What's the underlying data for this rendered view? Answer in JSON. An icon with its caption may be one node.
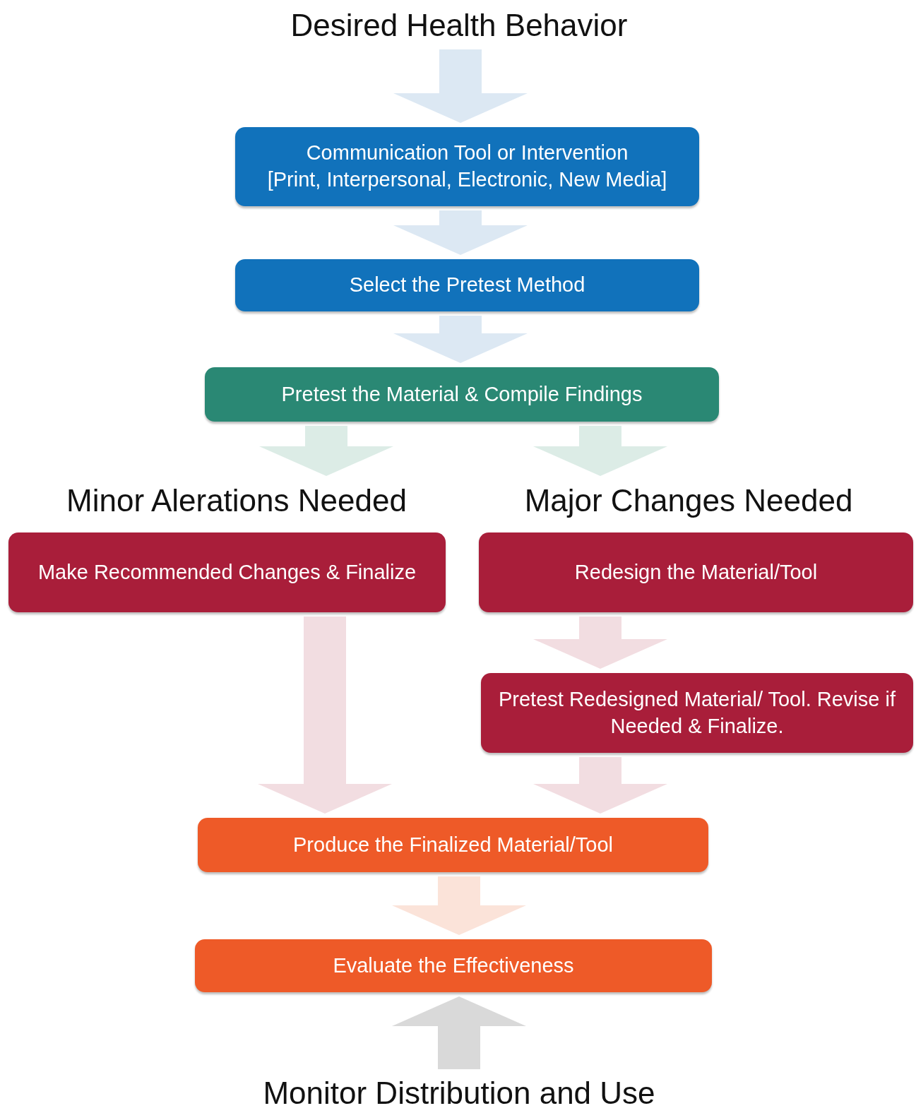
{
  "diagram": {
    "nodes": [
      {
        "text": [
          "Desired Health Behavior"
        ]
      },
      {
        "text": [
          "Communication Tool or Intervention",
          "[Print, Interpersonal, Electronic, New Media]"
        ]
      },
      {
        "text": [
          "Select the Pretest Method"
        ]
      },
      {
        "text": [
          "Pretest the Material & Compile Findings"
        ]
      },
      {
        "text": [
          "Minor Alerations Needed"
        ]
      },
      {
        "text": [
          "Major Changes Needed"
        ]
      },
      {
        "text": [
          "Make Recommended Changes & Finalize"
        ]
      },
      {
        "text": [
          "Redesign the Material/Tool"
        ]
      },
      {
        "text": [
          "Pretest Redesigned Material/ Tool. Revise if Needed & Finalize."
        ]
      },
      {
        "text": [
          "Produce the Finalized Material/Tool"
        ]
      },
      {
        "text": [
          "Evaluate the Effectiveness"
        ]
      },
      {
        "text": [
          "Monitor Distribution and Use"
        ]
      }
    ],
    "edges": [
      {
        "from": 0,
        "to": 1,
        "arrow": "to",
        "style": "thick"
      },
      {
        "from": 1,
        "to": 2,
        "arrow": "to",
        "style": "thick"
      },
      {
        "from": 2,
        "to": 3,
        "arrow": "to",
        "style": "thick"
      },
      {
        "from": 3,
        "to": 4,
        "arrow": "to",
        "style": "thick",
        "color": "#dcece6"
      },
      {
        "from": 3,
        "to": 5,
        "arrow": "to",
        "style": "thick",
        "color": "#dcece6"
      },
      {
        "from": 6,
        "to": 9,
        "arrow": "to",
        "style": "thick",
        "color": "#f2dde1"
      },
      {
        "from": 7,
        "to": 8,
        "arrow": "to",
        "style": "thick",
        "color": "#f2dde1"
      },
      {
        "from": 8,
        "to": 9,
        "arrow": "to",
        "style": "thick",
        "color": "#f2dde1"
      },
      {
        "from": 9,
        "to": 10,
        "arrow": "to",
        "style": "thick",
        "color": "#fbe3d9"
      },
      {
        "from": 11,
        "to": 10,
        "arrow": "to",
        "style": "thick",
        "color": "#d9d9d9"
      }
    ]
  }
}
